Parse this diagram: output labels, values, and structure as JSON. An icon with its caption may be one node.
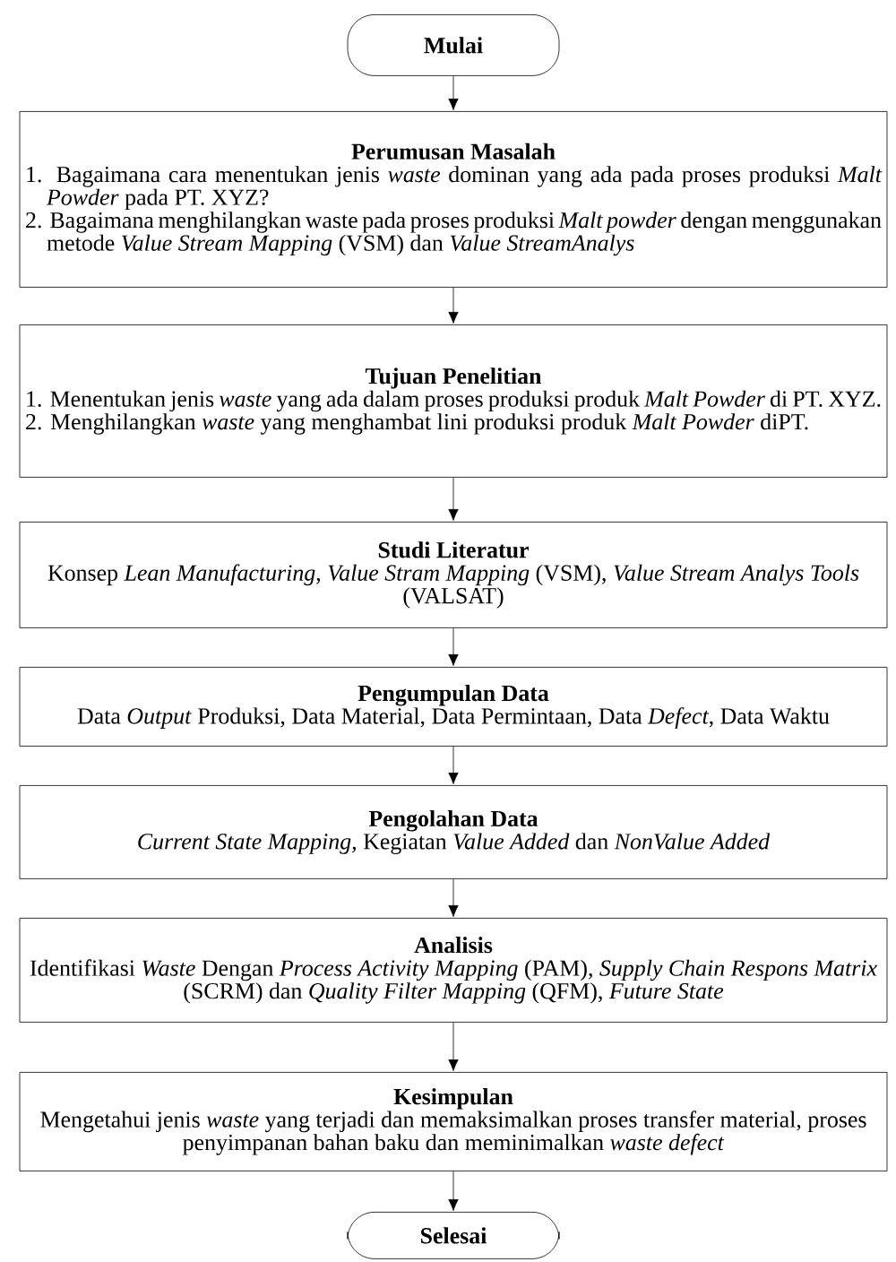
{
  "diagram": {
    "nodes": [
      {
        "text": [
          "Mulai"
        ]
      },
      {
        "text": [
          "Perumusan Masalah",
          "1. Bagaimana cara menentukan jenis *waste* dominan yang ada pada proses produksi *Malt Powder* pada PT. XYZ?",
          "2. Bagaimana menghilangkan waste pada proses produksi *Malt powder* dengan menggunakan metode *Value Stream Mapping* (VSM) dan *Value StreamAnalys*"
        ]
      },
      {
        "text": [
          "Tujuan Penelitian",
          "1. Menentukan jenis *waste* yang ada dalam proses produksi produk *Malt Powder* di PT. XYZ.",
          "2. Menghilangkan *waste* yang menghambat lini produksi produk *Malt Powder* diPT."
        ]
      },
      {
        "text": [
          "Studi Literatur",
          "Konsep *Lean Manufacturing, Value Stram Mapping* (VSM), *Value Stream Analys Tools* (VALSAT)"
        ]
      },
      {
        "text": [
          "Pengumpulan Data",
          "Data *Output* Produksi, Data Material, Data Permintaan, Data *Defect*, Data Waktu"
        ]
      },
      {
        "text": [
          "Pengolahan Data",
          "*Current State Mapping,* Kegiatan *Value Added* dan *NonValue Added*"
        ]
      },
      {
        "text": [
          "Analisis",
          "Identifikasi *Waste* Dengan *Process Activity Mapping* (PAM), *Supply Chain Respons Matrix* (SCRM) dan *Quality Filter Mapping* (QFM), *Future State*"
        ]
      },
      {
        "text": [
          "Kesimpulan",
          "Mengetahui jenis *waste* yang terjadi dan memaksimalkan proses transfer material, proses penyimpanan bahan baku dan meminimalkan *waste defect*"
        ]
      },
      {
        "text": [
          "Selesai"
        ]
      }
    ],
    "edges": [
      {
        "from": 0,
        "to": 1,
        "arrow": "to"
      },
      {
        "from": 1,
        "to": 2,
        "arrow": "to"
      },
      {
        "from": 2,
        "to": 3,
        "arrow": "to"
      },
      {
        "from": 3,
        "to": 4,
        "arrow": "to"
      },
      {
        "from": 4,
        "to": 5,
        "arrow": "to"
      },
      {
        "from": 5,
        "to": 6,
        "arrow": "to"
      },
      {
        "from": 6,
        "to": 7,
        "arrow": "to"
      },
      {
        "from": 7,
        "to": 8,
        "arrow": "to"
      }
    ]
  }
}
